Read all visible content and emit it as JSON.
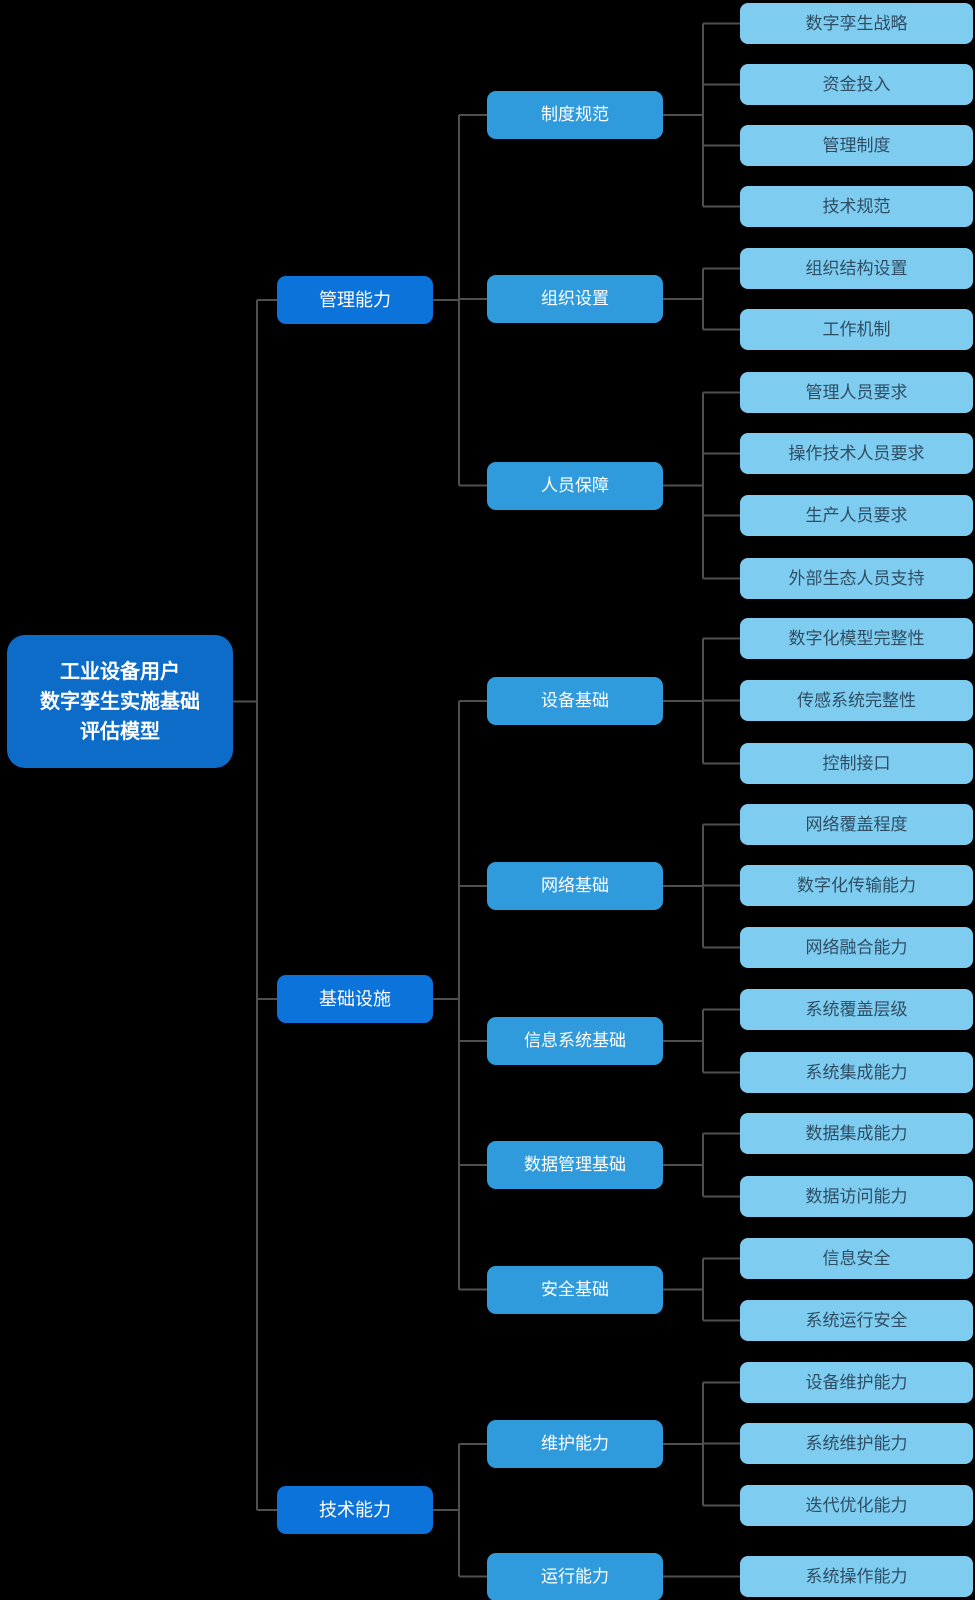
{
  "diagram": {
    "background": "#000000",
    "root": {
      "lines": [
        "工业设备用户",
        "数字孪生实施基础",
        "评估模型"
      ]
    },
    "branches": [
      {
        "label": "管理能力",
        "children": [
          {
            "label": "制度规范",
            "children": [
              {
                "label": "数字孪生战略"
              },
              {
                "label": "资金投入"
              },
              {
                "label": "管理制度"
              },
              {
                "label": "技术规范"
              }
            ]
          },
          {
            "label": "组织设置",
            "children": [
              {
                "label": "组织结构设置"
              },
              {
                "label": "工作机制"
              }
            ]
          },
          {
            "label": "人员保障",
            "children": [
              {
                "label": "管理人员要求"
              },
              {
                "label": "操作技术人员要求"
              },
              {
                "label": "生产人员要求"
              },
              {
                "label": "外部生态人员支持"
              }
            ]
          }
        ]
      },
      {
        "label": "基础设施",
        "children": [
          {
            "label": "设备基础",
            "children": [
              {
                "label": "数字化模型完整性"
              },
              {
                "label": "传感系统完整性"
              },
              {
                "label": "控制接口"
              }
            ]
          },
          {
            "label": "网络基础",
            "children": [
              {
                "label": "网络覆盖程度"
              },
              {
                "label": "数字化传输能力"
              },
              {
                "label": "网络融合能力"
              }
            ]
          },
          {
            "label": "信息系统基础",
            "children": [
              {
                "label": "系统覆盖层级"
              },
              {
                "label": "系统集成能力"
              }
            ]
          },
          {
            "label": "数据管理基础",
            "children": [
              {
                "label": "数据集成能力"
              },
              {
                "label": "数据访问能力"
              }
            ]
          },
          {
            "label": "安全基础",
            "children": [
              {
                "label": "信息安全"
              },
              {
                "label": "系统运行安全"
              }
            ]
          }
        ]
      },
      {
        "label": "技术能力",
        "children": [
          {
            "label": "维护能力",
            "children": [
              {
                "label": "设备维护能力"
              },
              {
                "label": "系统维护能力"
              },
              {
                "label": "迭代优化能力"
              }
            ]
          },
          {
            "label": "运行能力",
            "children": [
              {
                "label": "系统操作能力"
              }
            ]
          }
        ]
      }
    ],
    "colors": {
      "root_fill": "#0d6cc8",
      "branch_fill": "#0b73da",
      "category_fill": "#2f9bdc",
      "leaf_fill": "#7ecdf0",
      "leaf_text": "#2f4d63",
      "node_text": "#ffffff",
      "connector": "#4f4f4f"
    }
  }
}
